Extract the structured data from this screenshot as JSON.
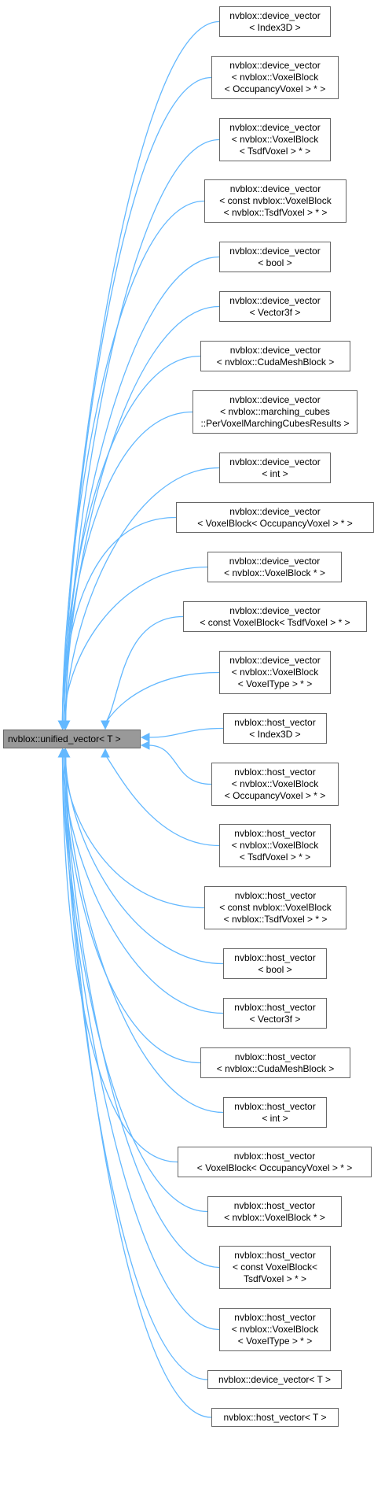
{
  "colors": {
    "edge": "#63b8ff",
    "root_fill": "#999999",
    "node_border": "#666666"
  },
  "root": {
    "id": "root",
    "lines": [
      "nvblox::unified_vector< T >"
    ]
  },
  "children": [
    {
      "id": "c01",
      "lines": [
        "nvblox::device_vector",
        "< Index3D >"
      ]
    },
    {
      "id": "c02",
      "lines": [
        "nvblox::device_vector",
        "< nvblox::VoxelBlock",
        "< OccupancyVoxel > * >"
      ]
    },
    {
      "id": "c03",
      "lines": [
        "nvblox::device_vector",
        "< nvblox::VoxelBlock",
        "< TsdfVoxel > * >"
      ]
    },
    {
      "id": "c04",
      "lines": [
        "nvblox::device_vector",
        "< const nvblox::VoxelBlock",
        "< nvblox::TsdfVoxel > * >"
      ]
    },
    {
      "id": "c05",
      "lines": [
        "nvblox::device_vector",
        "< bool >"
      ]
    },
    {
      "id": "c06",
      "lines": [
        "nvblox::device_vector",
        "< Vector3f >"
      ]
    },
    {
      "id": "c07",
      "lines": [
        "nvblox::device_vector",
        "< nvblox::CudaMeshBlock >"
      ]
    },
    {
      "id": "c08",
      "lines": [
        "nvblox::device_vector",
        "< nvblox::marching_cubes",
        "::PerVoxelMarchingCubesResults >"
      ]
    },
    {
      "id": "c09",
      "lines": [
        "nvblox::device_vector",
        "< int >"
      ]
    },
    {
      "id": "c10",
      "lines": [
        "nvblox::device_vector",
        "< VoxelBlock< OccupancyVoxel > * >"
      ]
    },
    {
      "id": "c11",
      "lines": [
        "nvblox::device_vector",
        "< nvblox::VoxelBlock * >"
      ]
    },
    {
      "id": "c12",
      "lines": [
        "nvblox::device_vector",
        "< const VoxelBlock< TsdfVoxel > * >"
      ]
    },
    {
      "id": "c13",
      "lines": [
        "nvblox::device_vector",
        "< nvblox::VoxelBlock",
        "< VoxelType > * >"
      ]
    },
    {
      "id": "c14",
      "lines": [
        "nvblox::host_vector",
        "< Index3D >"
      ]
    },
    {
      "id": "c15",
      "lines": [
        "nvblox::host_vector",
        "< nvblox::VoxelBlock",
        "< OccupancyVoxel > * >"
      ]
    },
    {
      "id": "c16",
      "lines": [
        "nvblox::host_vector",
        "< nvblox::VoxelBlock",
        "< TsdfVoxel > * >"
      ]
    },
    {
      "id": "c17",
      "lines": [
        "nvblox::host_vector",
        "< const nvblox::VoxelBlock",
        "< nvblox::TsdfVoxel > * >"
      ]
    },
    {
      "id": "c18",
      "lines": [
        "nvblox::host_vector",
        "< bool >"
      ]
    },
    {
      "id": "c19",
      "lines": [
        "nvblox::host_vector",
        "< Vector3f >"
      ]
    },
    {
      "id": "c20",
      "lines": [
        "nvblox::host_vector",
        "< nvblox::CudaMeshBlock >"
      ]
    },
    {
      "id": "c21",
      "lines": [
        "nvblox::host_vector",
        "< int >"
      ]
    },
    {
      "id": "c22",
      "lines": [
        "nvblox::host_vector",
        "< VoxelBlock< OccupancyVoxel > * >"
      ]
    },
    {
      "id": "c23",
      "lines": [
        "nvblox::host_vector",
        "< nvblox::VoxelBlock * >"
      ]
    },
    {
      "id": "c24",
      "lines": [
        "nvblox::host_vector",
        "< const VoxelBlock<",
        "TsdfVoxel > * >"
      ]
    },
    {
      "id": "c25",
      "lines": [
        "nvblox::host_vector",
        "< nvblox::VoxelBlock",
        "< VoxelType > * >"
      ]
    },
    {
      "id": "c26",
      "lines": [
        "nvblox::device_vector< T >"
      ]
    },
    {
      "id": "c27",
      "lines": [
        "nvblox::host_vector< T >"
      ]
    }
  ]
}
